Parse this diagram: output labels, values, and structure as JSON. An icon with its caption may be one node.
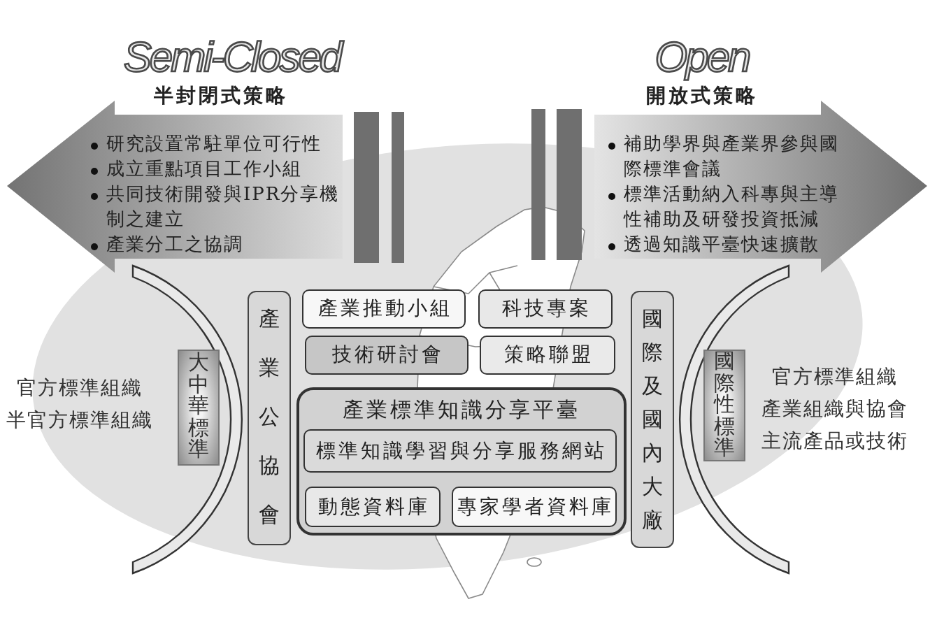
{
  "diagram": {
    "nodes": [
      {
        "text": [
          "Semi-Closed",
          "半封閉式策略",
          "研究設置常駐單位可行性",
          "成立重點項目工作小組",
          "共同技術開發與IPR分享機制之建立",
          "產業分工之協調"
        ]
      },
      {
        "text": [
          "Open",
          "開放式策略",
          "補助學界與產業界參與國際標準會議",
          "標準活動納入科專與主導性補助及研發投資抵減",
          "透過知識平臺快速擴散"
        ]
      },
      {
        "text": [
          "大中華標準"
        ]
      },
      {
        "text": [
          "產業公協會"
        ]
      },
      {
        "text": [
          "產業推動小組"
        ]
      },
      {
        "text": [
          "科技專案"
        ]
      },
      {
        "text": [
          "技術研討會"
        ]
      },
      {
        "text": [
          "策略聯盟"
        ]
      },
      {
        "text": [
          "產業標準知識分享平臺"
        ]
      },
      {
        "text": [
          "標準知識學習與分享服務網站"
        ],
        "in": 8
      },
      {
        "text": [
          "動態資料庫"
        ],
        "in": 8
      },
      {
        "text": [
          "專家學者資料庫"
        ],
        "in": 8
      },
      {
        "text": [
          "國際及國內大廠"
        ]
      },
      {
        "text": [
          "國際性標準"
        ]
      }
    ],
    "labels": [
      "官方標準組織",
      "半官方標準組織",
      "官方標準組織",
      "產業組織與協會",
      "主流產品或技術"
    ]
  }
}
